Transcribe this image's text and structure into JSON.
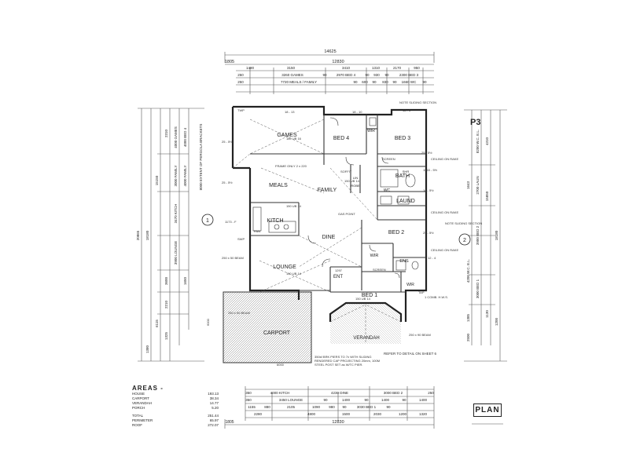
{
  "dims_top": {
    "overall": "14625",
    "inner": "12830",
    "left_start": "1805",
    "row1": [
      "1490",
      "3150",
      "3410",
      "1310",
      "2170",
      "950"
    ],
    "row2": [
      "3260 GAMES",
      "90",
      "2970 BED 4",
      "90",
      "930",
      "90",
      "2300 BED 3"
    ],
    "row3": [
      "7720 MEALS / FAMILY",
      "90",
      "600",
      "90",
      "830",
      "90",
      "1660 WC",
      "90"
    ],
    "left_small": "250",
    "left_small2": "250"
  },
  "dims_bottom": {
    "row1": [
      "4000 KITCH",
      "4230 DINE",
      "3000 BED 2"
    ],
    "row2": [
      "3450 LOUNGE",
      "90",
      "1400",
      "90",
      "1400",
      "90",
      "1400"
    ],
    "row3": [
      "1155",
      "880",
      "2105",
      "1090",
      "980",
      "90",
      "3030 BED 1",
      "90"
    ],
    "row4": [
      "2280",
      "4800",
      "1500",
      "2030",
      "1200",
      "1320"
    ],
    "overall": "12830",
    "left_start": "1805",
    "small": [
      "350",
      "350",
      "250"
    ]
  },
  "dims_left": {
    "outer": "20865",
    "mid": "18180",
    "inner1": "15150",
    "pergola": "8000 EXTENT OF PERGOLA BRACKETS",
    "items": [
      "2310",
      "4000 GAMES",
      "4000 BED 4",
      "3000 FAMILY",
      "4000 FAMILY",
      "3470 KITCH",
      "3900 LOUNGE",
      "3600",
      "1650",
      "2210",
      "1325",
      "1380",
      "6115"
    ]
  },
  "dims_right": {
    "outer": "18180",
    "mid": "15850",
    "items": [
      "8200 W.C. E.L.",
      "4310",
      "2700 LAUN",
      "1643",
      "3900 BED 2",
      "4200 W.C. E.L.",
      "3000 BED 1",
      "1130",
      "1200",
      "1385",
      "2500"
    ]
  },
  "rooms": {
    "games": "GAMES",
    "bed4": "BED 4",
    "bed3": "BED 3",
    "meals": "MEALS",
    "family": "FAMILY",
    "bath": "BATH",
    "laund": "LAUND",
    "wir_top": "WIR",
    "wc": "WC",
    "kitch": "KITCH",
    "dine": "DINE",
    "bed2": "BED 2",
    "wir2": "WIR",
    "ens": "ENS",
    "lounge": "LOUNGE",
    "ent": "ENT",
    "wir3": "WIR",
    "bed1": "BED 1",
    "verandah": "VERANDAH",
    "carport": "CARPORT",
    "shower": "SHR",
    "pantry": "PAN",
    "linen": "LIN",
    "robe": "ROBE"
  },
  "labels": {
    "note_sliding_top": "NOTE SLIDING SECTION",
    "note_sliding_mid": "NOTE SLIDING SECTION",
    "ceiling_rake_1": "CEILING ON RAKE",
    "ceiling_rake_2": "CEILING ON RAKE",
    "ceiling_rake_3": "CEILING ON RAKE",
    "frame": "FRAME ONLY 2 x 220",
    "soffit": "SOFFIT",
    "gas_point": "GAS POINT",
    "screen_top": "SCREEN",
    "screen_bottom": "SCREEN",
    "beam_1": "250 x 50 BEAM",
    "beam_2": "250 x 50 BEAM",
    "beam_3": "250 x 90 BEAM",
    "ub_1": "150 UB 14",
    "ub_2": "150 UB 14",
    "ub_3": "150 UB 14",
    "ub_4": "180 UB 16",
    "ub_5": "150 UB 14",
    "twp": "TWP",
    "swp": "SWP",
    "tap": "TAP",
    "pitch_1": "25 - 5½",
    "pitch_2": "25 - 5½",
    "pitch_3": "25 - 5½",
    "pitch_4": "14 - 5½",
    "pitch_5": "25 - 5½",
    "pitch_6": "12 - 4",
    "h_1": "18 - 13",
    "h_2": "18 - 10",
    "h_3": "18 - 5",
    "h_4": "1173 - F",
    "h_5": "1543 - 5½",
    "piers_note": "350sf BRK PIERS TO 7x WITH SLIDING RENDERED CAP PROJECTING 20mm, 100M STEEL POST SET as W/TC PIER.",
    "refer_detail": "REFER TO DETAIL ON SHEET 6",
    "grid_1": "1",
    "grid_2": "2",
    "bottom_dim_carport": "6000",
    "bottom_dim_2": "1297",
    "left_dim_6000": "6000",
    "dims_fill": "1 COMB. H.W.S."
  },
  "areas": {
    "title": "AREAS -",
    "rows": [
      {
        "k": "HOUSE",
        "v": "193.13"
      },
      {
        "k": "CARPORT",
        "v": "38.34"
      },
      {
        "k": "VERANDAH",
        "v": "14.77"
      },
      {
        "k": "PORCH",
        "v": "5.20"
      }
    ],
    "totals": [
      {
        "k": "TOTAL",
        "v": "251.44"
      },
      {
        "k": "PERIMETER",
        "v": "65.97"
      },
      {
        "k": "ROOF",
        "v": "272.07"
      }
    ]
  },
  "plan_label": "PLAN",
  "sheet_ref": "P3"
}
